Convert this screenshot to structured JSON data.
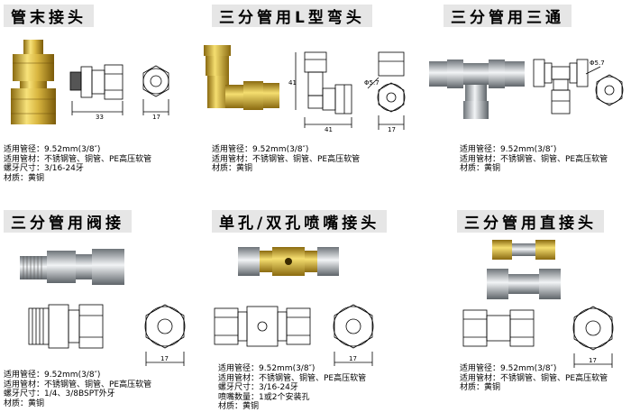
{
  "sections": [
    {
      "title": "管末接头",
      "dims": [
        "33",
        "17"
      ],
      "specs": [
        "适用管径：9.52mm(3/8″)",
        "适用管材：不锈钢管、铜管、PE高压软管",
        "螺牙尺寸：3/16-24牙",
        "材质：黄铜"
      ]
    },
    {
      "title": "三分管用L型弯头",
      "dims": [
        "41",
        "41",
        "17",
        "Φ5.7"
      ],
      "specs": [
        "适用管径：9.52mm(3/8″)",
        "适用管材：不锈钢管、铜管、PE高压软管",
        "材质：黄铜"
      ]
    },
    {
      "title": "三分管用三通",
      "dims": [
        "Φ5.7"
      ],
      "specs": [
        "适用管径：9.52mm(3/8″)",
        "适用管材：不锈钢管、铜管、PE高压软管",
        "材质：黄铜"
      ]
    },
    {
      "title": "三分管用阀接",
      "dims": [
        "17"
      ],
      "specs": [
        "适用管径：9.52mm(3/8″)",
        "适用管材：不锈钢管、铜管、PE高压软管",
        "螺牙尺寸：1/4、3/8BSPT外牙",
        "材质：黄铜"
      ]
    },
    {
      "title": "单孔/双孔喷嘴接头",
      "dims": [
        "17"
      ],
      "specs": [
        "适用管径：9.52mm(3/8″)",
        "适用管材：不锈钢管、铜管、PE高压软管",
        "螺牙尺寸：3/16-24牙",
        "喷嘴数量：1或2个安装孔",
        "材质：黄铜"
      ]
    },
    {
      "title": "三分管用直接头",
      "dims": [
        "17"
      ],
      "specs": [
        "适用管径：9.52mm(3/8″)",
        "适用管材：不锈钢管、铜管、PE高压软管",
        "材质：黄铜"
      ]
    }
  ]
}
